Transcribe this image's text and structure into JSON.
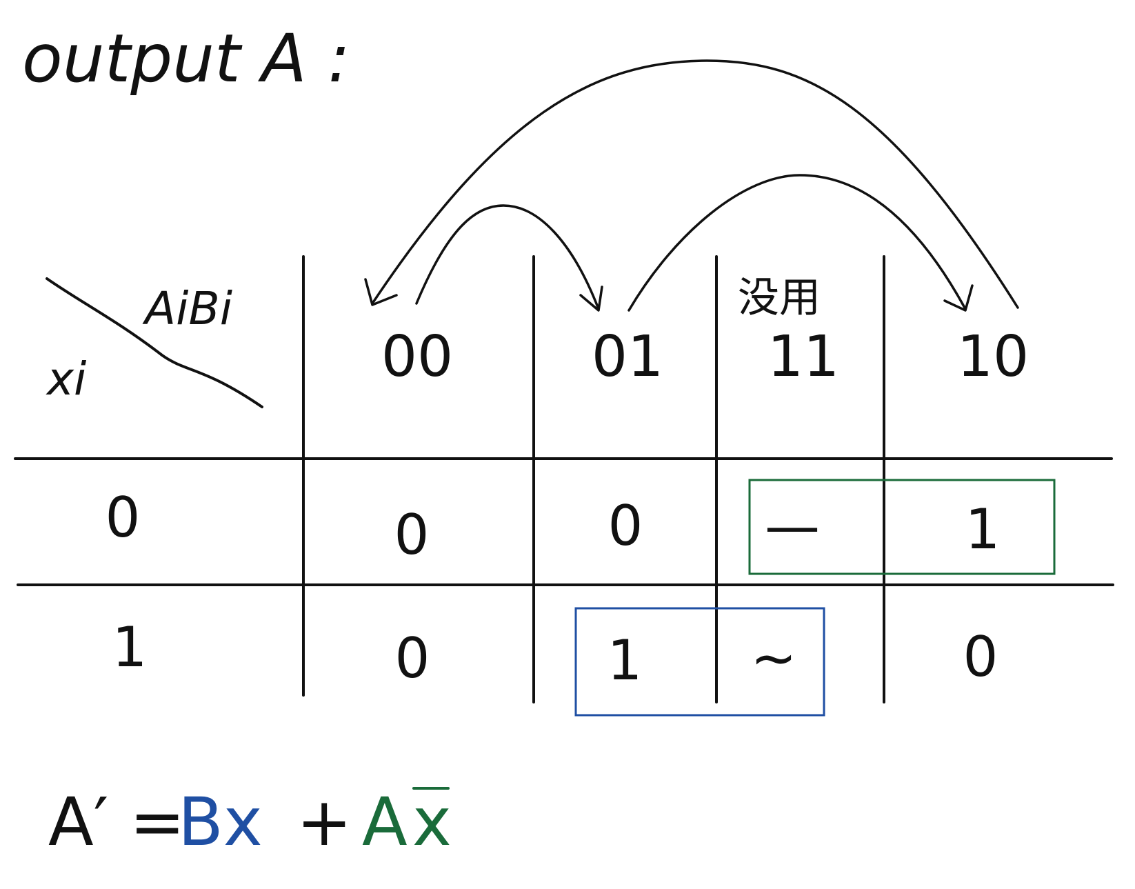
{
  "title": "output A :",
  "kmap": {
    "column_variable": "AiBi",
    "row_variable": "xi",
    "column_headers": [
      "00",
      "01",
      "11",
      "10"
    ],
    "unused_note": "没用",
    "rows": [
      {
        "label": "0",
        "cells": [
          "0",
          "0",
          "—",
          "1"
        ]
      },
      {
        "label": "1",
        "cells": [
          "0",
          "1",
          "~",
          "0"
        ]
      }
    ]
  },
  "groups": {
    "green_color": "#1a6b3a",
    "blue_color": "#1f4fa3"
  },
  "formula": {
    "lhs": "A′ =",
    "term1": "Bx",
    "plus": "+",
    "term2_a": "A",
    "term2_x": "x"
  }
}
